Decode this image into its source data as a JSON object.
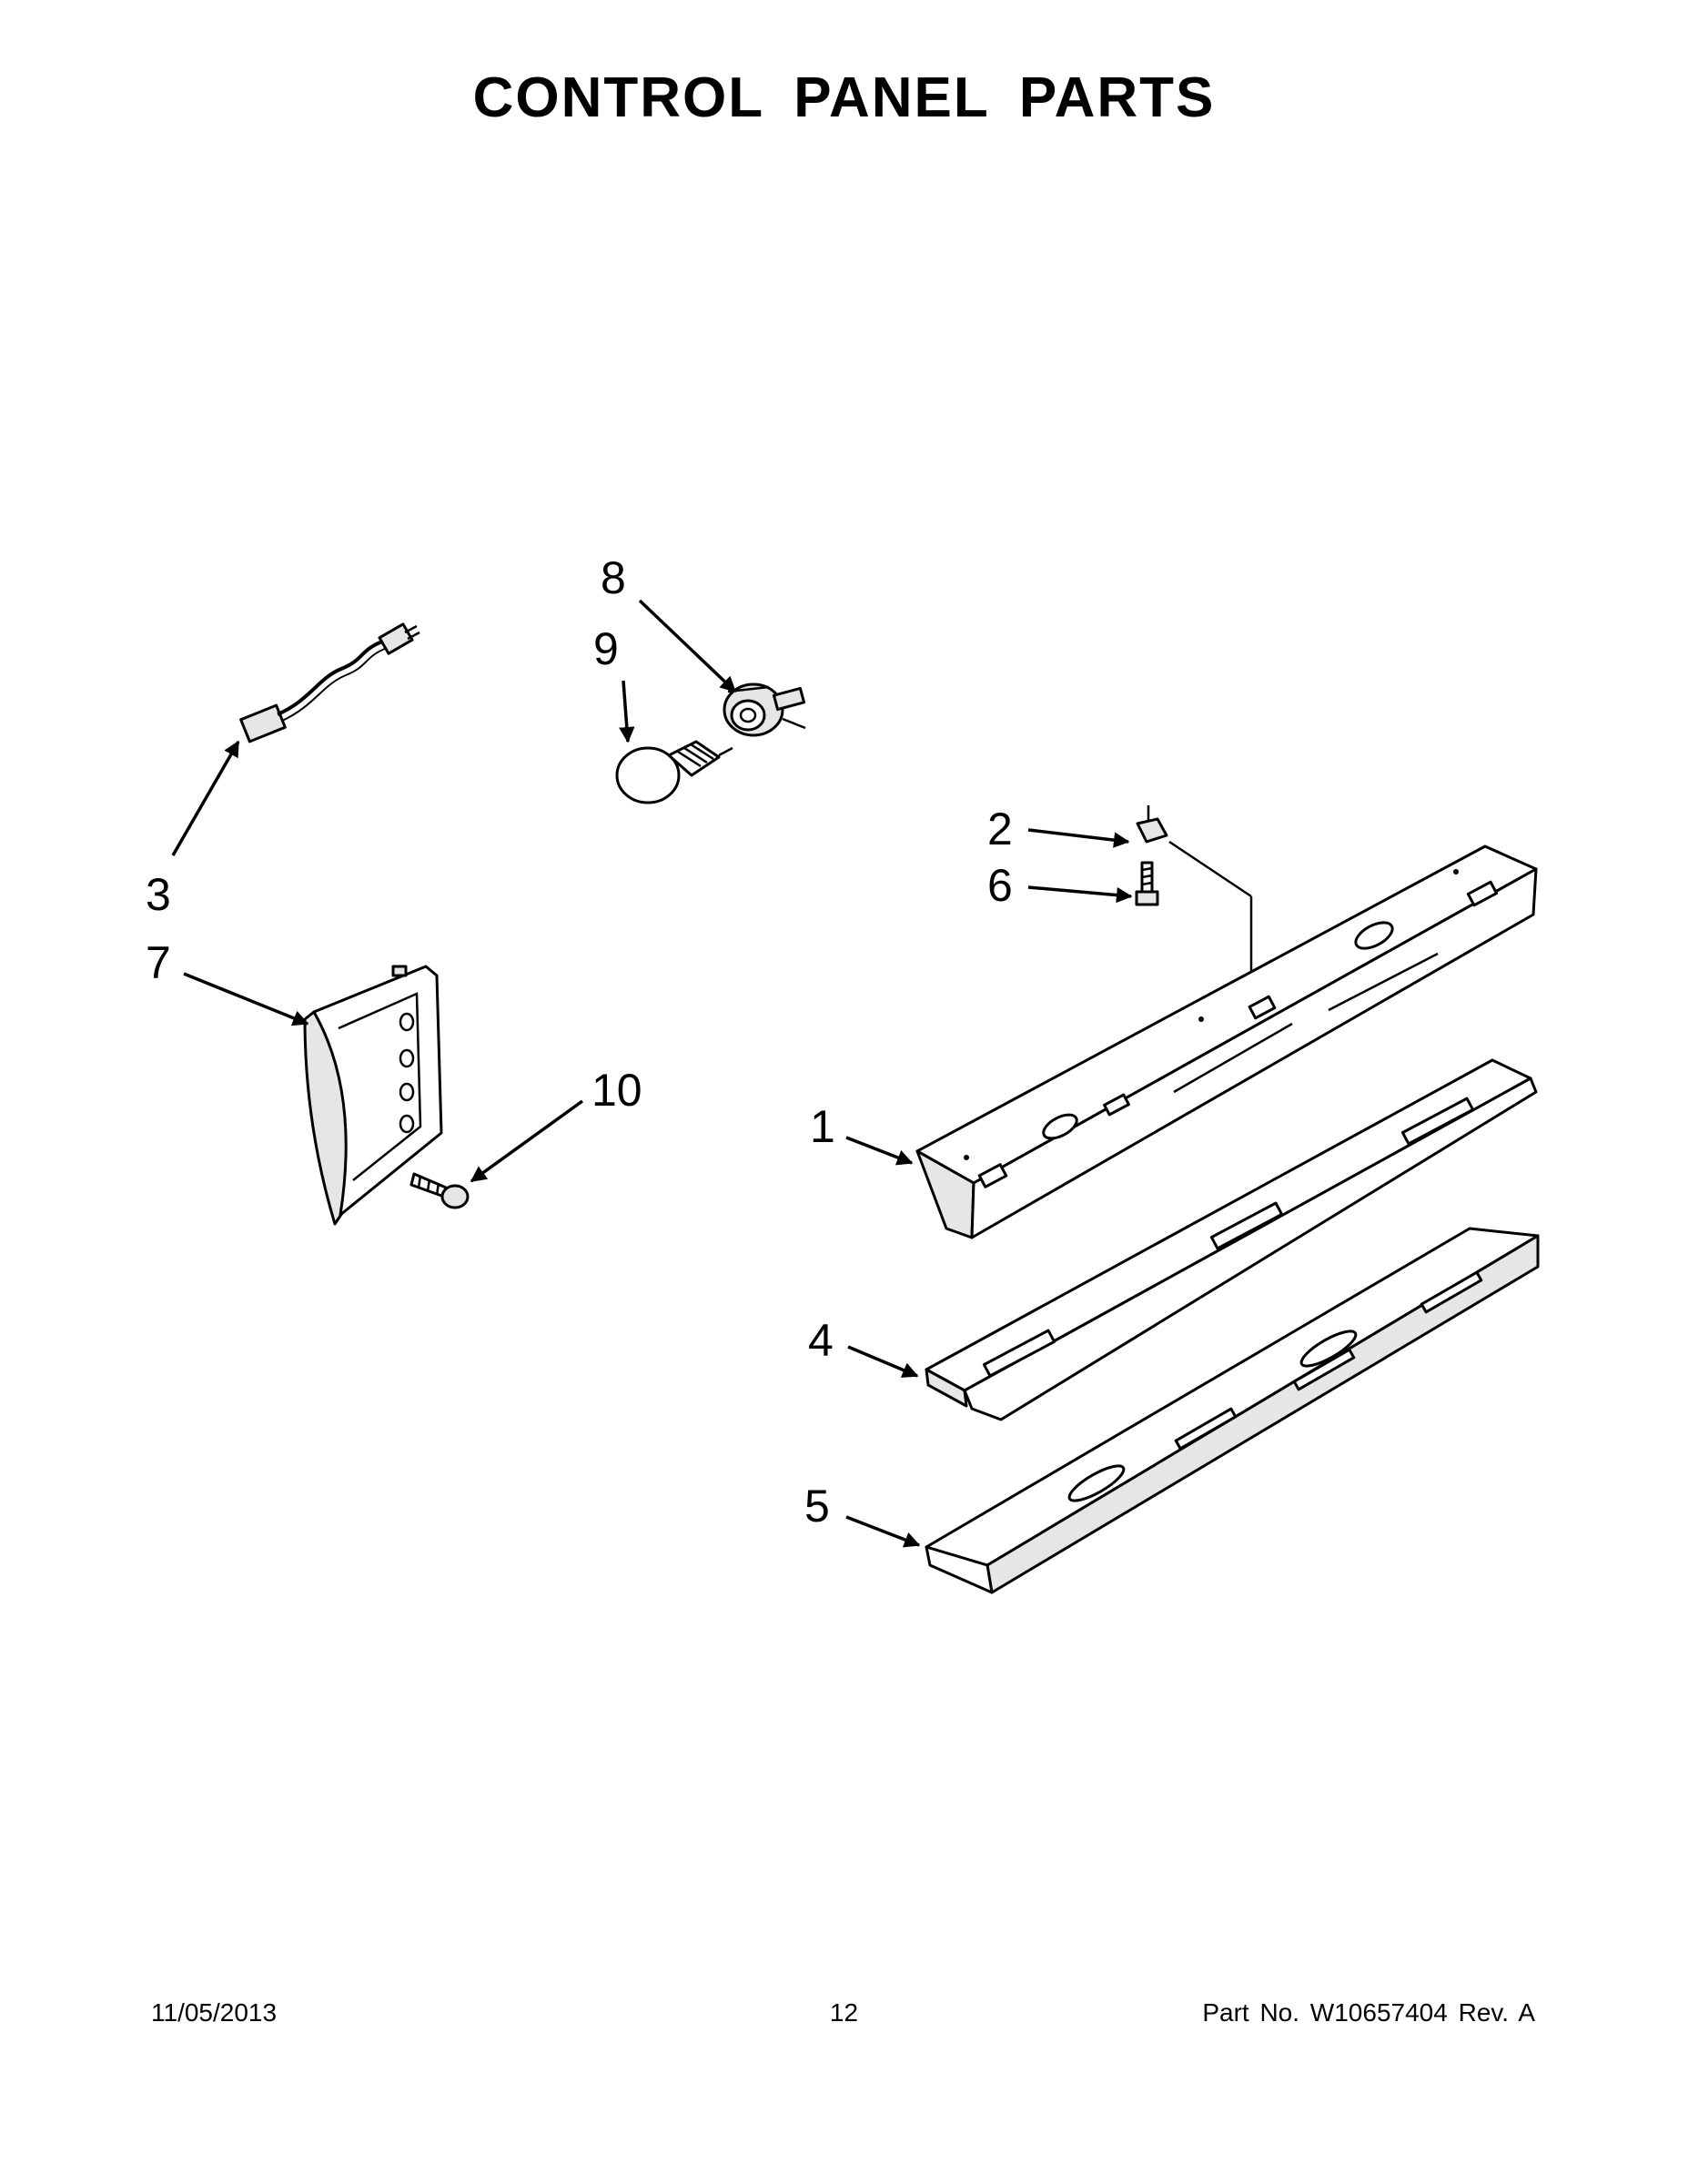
{
  "title": "CONTROL PANEL PARTS",
  "callouts": {
    "c1": "1",
    "c2": "2",
    "c3": "3",
    "c4": "4",
    "c5": "5",
    "c6": "6",
    "c7": "7",
    "c8": "8",
    "c9": "9",
    "c10": "10"
  },
  "footer": {
    "date": "11/05/2013",
    "page": "12",
    "part_number": "Part No.  W10657404  Rev.  A"
  }
}
